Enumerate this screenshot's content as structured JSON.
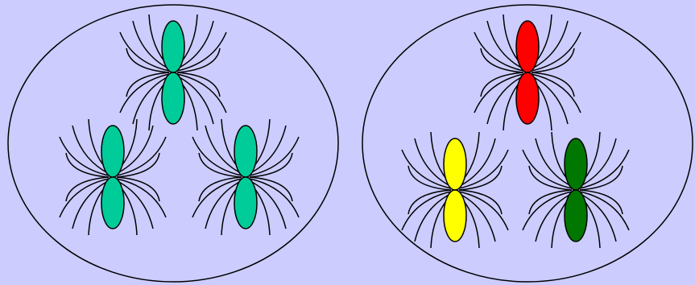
{
  "background_color": "#ccccff",
  "outline_color": "#000000",
  "groups": [
    {
      "name": "left-group",
      "spiders": [
        {
          "name": "top",
          "color": "#00cc99"
        },
        {
          "name": "bottom-left",
          "color": "#00cc99"
        },
        {
          "name": "bottom-right",
          "color": "#00cc99"
        }
      ]
    },
    {
      "name": "right-group",
      "spiders": [
        {
          "name": "top",
          "color": "#ff0000"
        },
        {
          "name": "bottom-left",
          "color": "#ffff00"
        },
        {
          "name": "bottom-right",
          "color": "#007700"
        }
      ]
    }
  ]
}
